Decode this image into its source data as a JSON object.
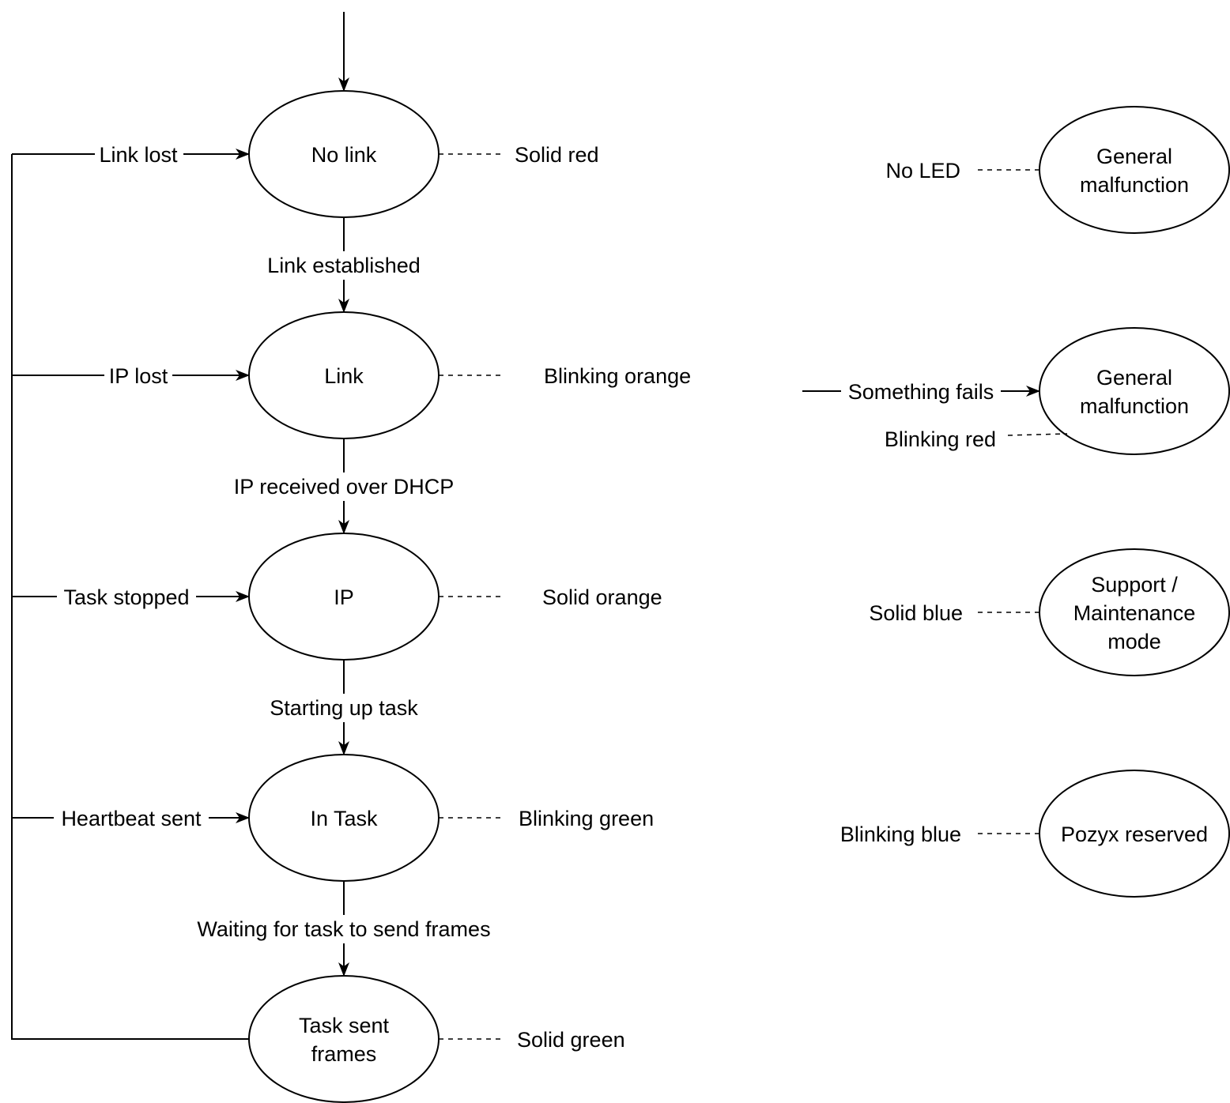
{
  "states": {
    "no_link": {
      "lines": [
        "No link"
      ],
      "led": "Solid red",
      "incoming": "Link lost"
    },
    "link": {
      "lines": [
        "Link"
      ],
      "led": "Blinking orange",
      "incoming": "IP lost"
    },
    "ip": {
      "lines": [
        "IP"
      ],
      "led": "Solid orange",
      "incoming": "Task stopped"
    },
    "in_task": {
      "lines": [
        "In Task"
      ],
      "led": "Blinking green",
      "incoming": "Heartbeat sent"
    },
    "task_sent": {
      "lines": [
        "Task sent",
        "frames"
      ],
      "led": "Solid green"
    }
  },
  "transitions": {
    "link_established": "Link established",
    "ip_received": "IP received over DHCP",
    "starting_task": "Starting up task",
    "waiting_frames": "Waiting for task to send frames"
  },
  "side_states": {
    "malfunction_no_led": {
      "lines": [
        "General",
        "malfunction"
      ],
      "led": "No LED"
    },
    "malfunction_blink": {
      "lines": [
        "General",
        "malfunction"
      ],
      "led": "Blinking red",
      "trigger": "Something fails"
    },
    "support": {
      "lines": [
        "Support /",
        "Maintenance",
        "mode"
      ],
      "led": "Solid blue"
    },
    "pozyx": {
      "lines": [
        "Pozyx reserved"
      ],
      "led": "Blinking blue"
    }
  }
}
